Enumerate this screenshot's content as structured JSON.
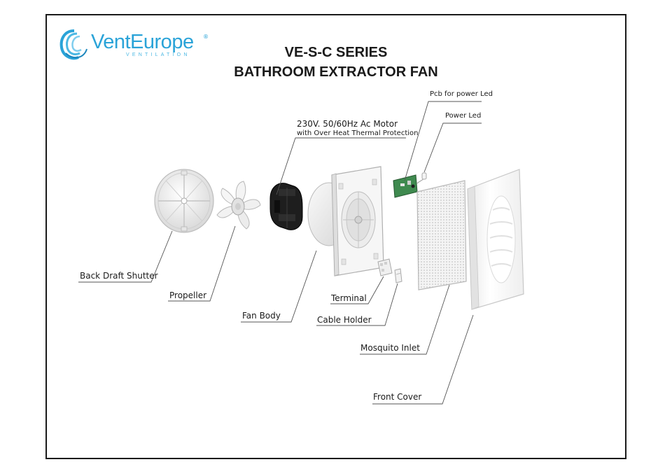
{
  "brand": {
    "name": "VentEurope",
    "tagline": "VENTILATION",
    "registered_mark": "®",
    "color": "#2aa3d8"
  },
  "title": {
    "line1": "VE-S-C SERIES",
    "line2": "BATHROOM EXTRACTOR FAN"
  },
  "parts": {
    "motor_line1": "230V. 50/60Hz Ac Motor",
    "motor_line2": "with Over Heat Thermal Protection",
    "pcb": "Pcb for power Led",
    "power_led": "Power Led",
    "back_draft_shutter": "Back Draft Shutter",
    "propeller": "Propeller",
    "fan_body": "Fan Body",
    "terminal": "Terminal",
    "cable_holder": "Cable Holder",
    "mosquito_inlet": "Mosquito Inlet",
    "front_cover": "Front Cover"
  },
  "colors": {
    "line": "#555555",
    "text": "#1a1a1a",
    "part_white": "#f2f2f2",
    "part_shade": "#d4d4d4",
    "motor": "#1e1e1e",
    "pcb": "#3f8a4f"
  }
}
